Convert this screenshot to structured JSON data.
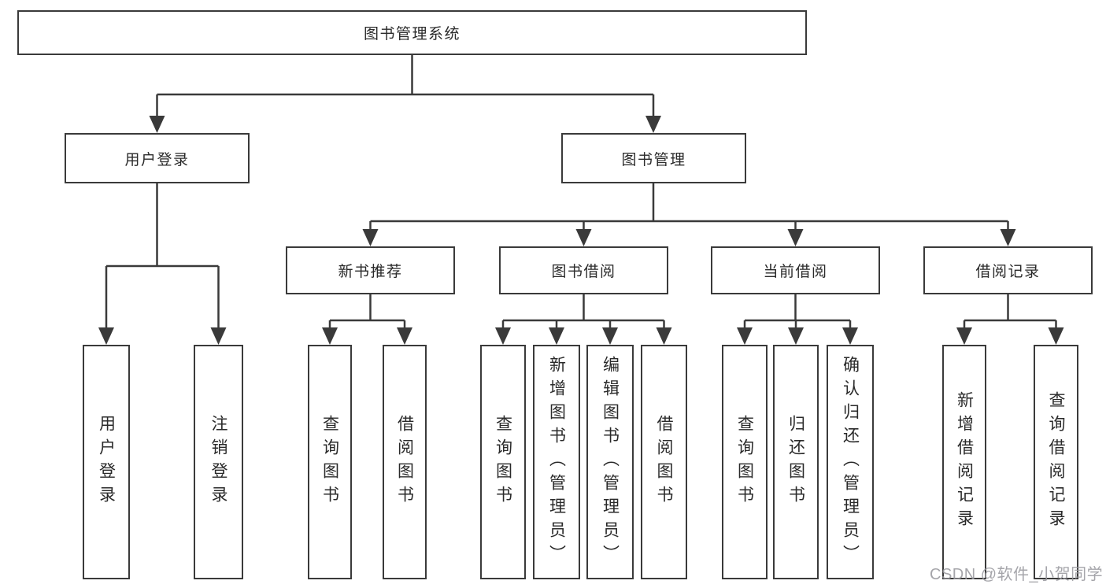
{
  "nodes": {
    "root": "图书管理系统",
    "level2": [
      "用户登录",
      "图书管理"
    ],
    "level3": [
      "新书推荐",
      "图书借阅",
      "当前借阅",
      "借阅记录"
    ],
    "leaves": {
      "user_login": [
        "用户登录",
        "注销登录"
      ],
      "new_books": [
        "查询图书",
        "借阅图书"
      ],
      "book_borrow": [
        "查询图书",
        "新增图书（管理员）",
        "编辑图书（管理员）",
        "借阅图书"
      ],
      "current_borrow": [
        "查询图书",
        "归还图书",
        "确认归还（管理员）"
      ],
      "borrow_records": [
        "新增借阅记录",
        "查询借阅记录"
      ]
    }
  },
  "watermark": {
    "text": "CSDN @软件_小贺同学"
  },
  "colors": {
    "line": "#3a3a3a",
    "box_border": "#3a3a3a",
    "box_fill": "#ffffff",
    "text": "#2a2a2a",
    "watermark": "#98989e",
    "background": "#ffffff"
  }
}
